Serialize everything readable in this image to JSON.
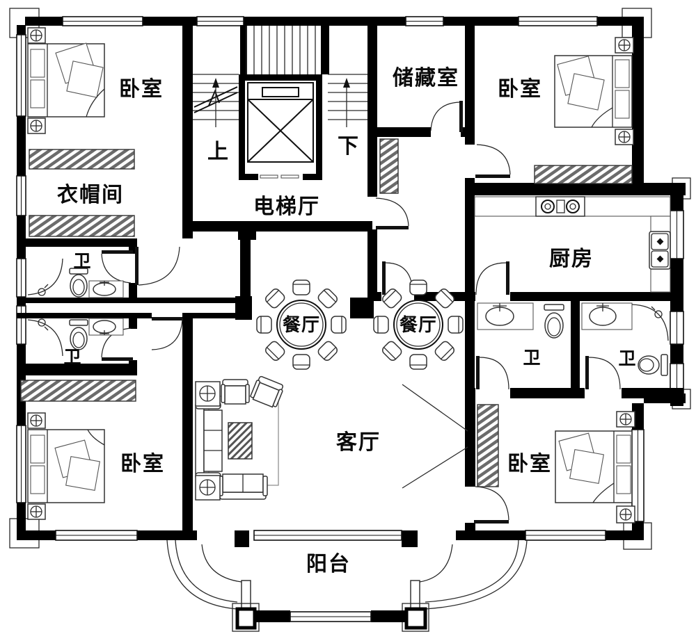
{
  "plan": {
    "type": "residential-floor-plan",
    "colors": {
      "wall": "#000000",
      "background": "#ffffff",
      "hatch": "#6b6b6b"
    },
    "rooms": [
      {
        "id": "bedroom-top-left",
        "label": "卧室"
      },
      {
        "id": "storage-room",
        "label": "储藏室"
      },
      {
        "id": "bedroom-top-right",
        "label": "卧室"
      },
      {
        "id": "cloakroom",
        "label": "衣帽间"
      },
      {
        "id": "elevator-hall",
        "label": "电梯厅"
      },
      {
        "id": "stairs-up",
        "label": "上"
      },
      {
        "id": "stairs-down",
        "label": "下"
      },
      {
        "id": "kitchen",
        "label": "厨房"
      },
      {
        "id": "bathroom-left-top",
        "label": "卫"
      },
      {
        "id": "bathroom-left-bottom",
        "label": "卫"
      },
      {
        "id": "dining-room-left",
        "label": "餐厅"
      },
      {
        "id": "dining-room-right",
        "label": "餐厅"
      },
      {
        "id": "bathroom-right-inner",
        "label": "卫"
      },
      {
        "id": "bathroom-right-outer",
        "label": "卫"
      },
      {
        "id": "bedroom-bottom-left",
        "label": "卧室"
      },
      {
        "id": "living-room",
        "label": "客厅"
      },
      {
        "id": "bedroom-bottom-right",
        "label": "卧室"
      },
      {
        "id": "balcony",
        "label": "阳台"
      }
    ]
  }
}
